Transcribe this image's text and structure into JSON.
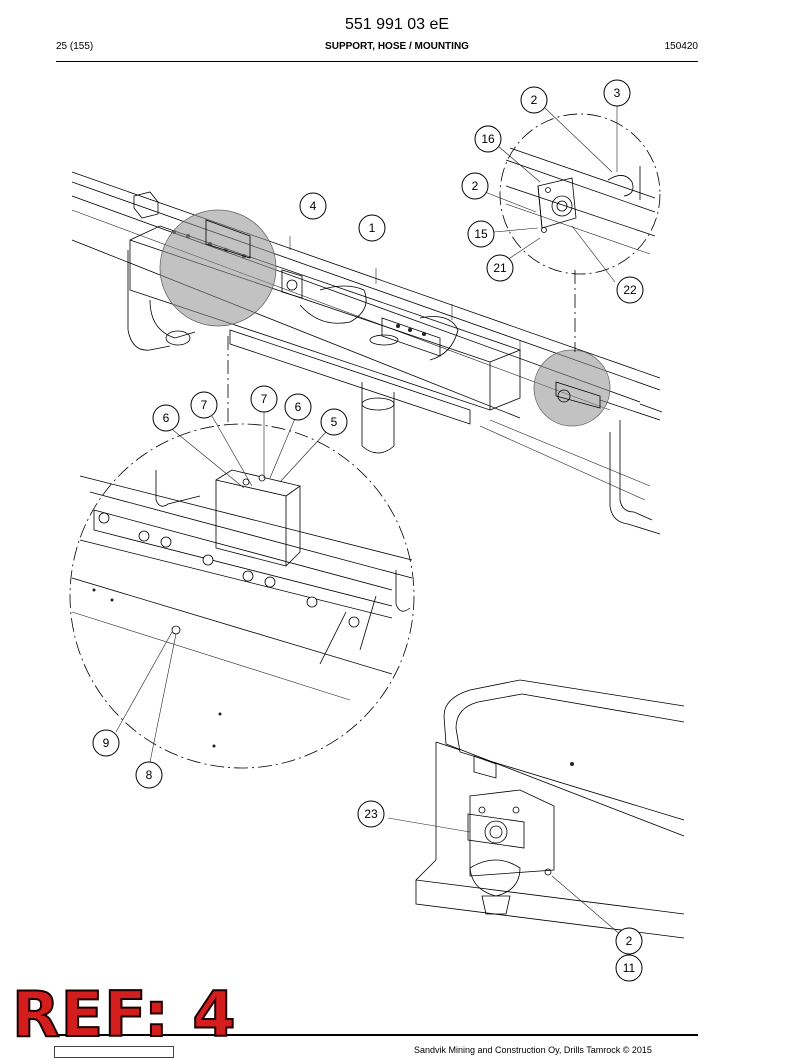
{
  "header": {
    "doc_number": "551 991 03 eE",
    "page": "25 (155)",
    "title": "SUPPORT, HOSE / MOUNTING",
    "date_code": "150420"
  },
  "callouts": [
    "1",
    "2",
    "3",
    "4",
    "5",
    "6",
    "7",
    "8",
    "9",
    "11",
    "15",
    "16",
    "21",
    "22",
    "23"
  ],
  "callout_labels": {
    "c1": "1",
    "c2a": "2",
    "c2b": "2",
    "c2c": "2",
    "c3": "3",
    "c4": "4",
    "c5": "5",
    "c6a": "6",
    "c6b": "6",
    "c7a": "7",
    "c7b": "7",
    "c8": "8",
    "c9": "9",
    "c11": "11",
    "c15": "15",
    "c16": "16",
    "c21": "21",
    "c22": "22",
    "c23": "23"
  },
  "stamp": {
    "text": "REF: 4",
    "color": "#d41d1d"
  },
  "footer": {
    "text": "Sandvik Mining and Construction Oy, Drills Tamrock © 2015"
  }
}
